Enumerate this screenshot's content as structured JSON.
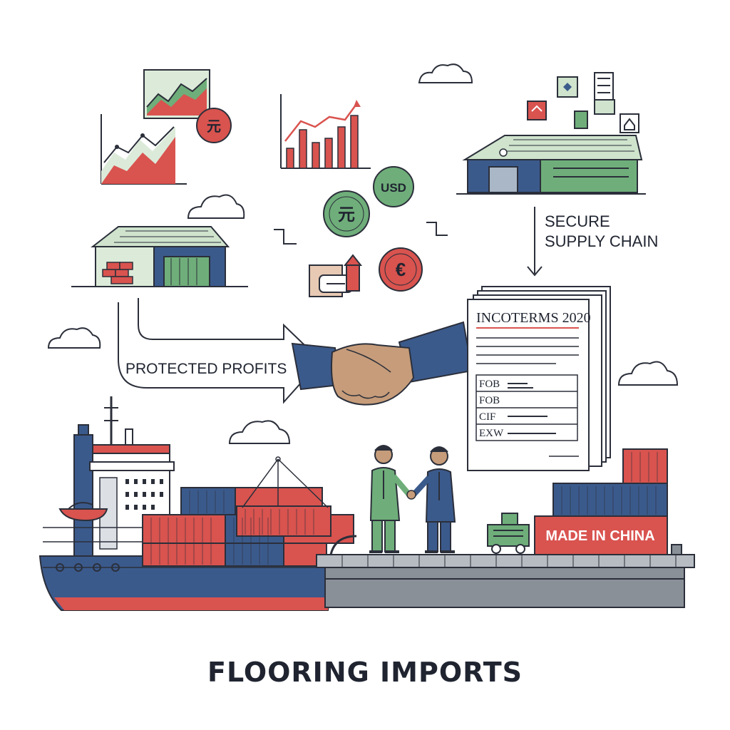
{
  "title": "FLOORING IMPORTS",
  "labels": {
    "secure_line1": "SECURE",
    "secure_line2": "SUPPLY CHAIN",
    "protected": "PROTECTED PROFITS",
    "made_in_china": "MADE IN CHINA"
  },
  "coins": {
    "yuan_small": "元",
    "usd": "USD",
    "yuan_large": "元",
    "euro": "€"
  },
  "document": {
    "title": "INCOTERMS 2020",
    "rows": [
      "FOB",
      "FOB",
      "CIF",
      "EXW"
    ]
  },
  "colors": {
    "navy": "#3b5a8c",
    "red": "#d9534f",
    "green": "#6fae7a",
    "light_green": "#dcebd9",
    "outline": "#2b2f3a",
    "deck": "#8a9097",
    "skin": "#c69c7a"
  },
  "icons": [
    "area-chart-icon",
    "bar-chart-icon",
    "warehouse-icon",
    "handshake-icon",
    "cargo-ship-icon",
    "shipping-container-icon",
    "cloud-icon",
    "truck-icon",
    "document-icon"
  ]
}
